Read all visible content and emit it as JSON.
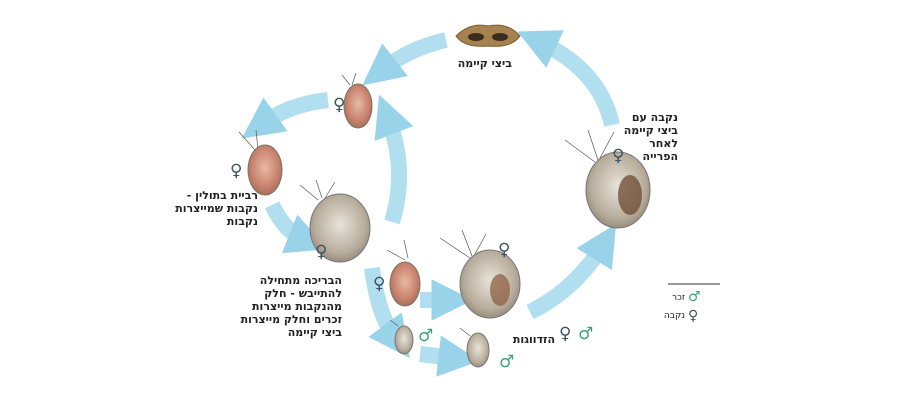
{
  "labels": {
    "resting_eggs": "ביצי קיימה",
    "female_with_eggs": [
      "נקבה עם",
      "ביצי קיימה",
      "לאחר",
      "הפרייה"
    ],
    "parthenogenesis": [
      "רביית בתולין -",
      "נקבות שמייצרות",
      "נקבות"
    ],
    "pond_drying": [
      "הבריכה מתחילה",
      "להתייבש - חלק",
      "מהנקבות מייצרות",
      "זכרים וחלק מייצרות",
      "ביצי קיימה"
    ],
    "mating": "הזדווגות"
  },
  "legend": {
    "male": "זכר",
    "female": "נקבה"
  },
  "symbols": {
    "female": "♀",
    "male": "♂"
  },
  "colors": {
    "arrow": "#9fd6ec",
    "female": "#3d5560",
    "male": "#3aa57a"
  }
}
